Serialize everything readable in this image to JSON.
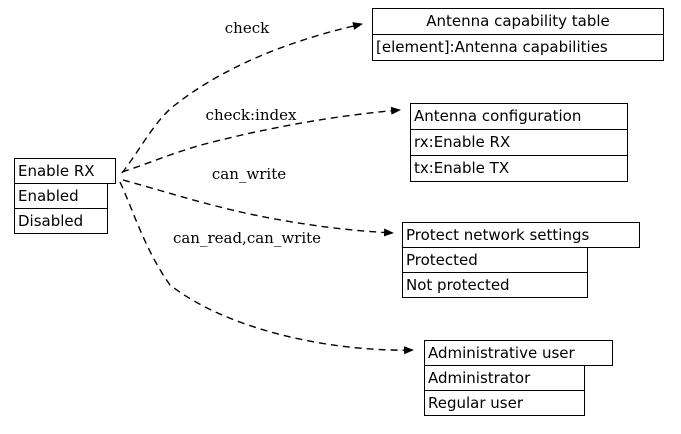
{
  "diagram": {
    "type": "record-relationship-diagram",
    "background": "#ffffff",
    "line_color": "#000000",
    "edge_style": "dashed",
    "source_node": {
      "name": "enable-rx",
      "header": "Enable RX",
      "rows": [
        "Enabled",
        "Disabled"
      ]
    },
    "target_nodes": [
      {
        "name": "antenna-capability-table",
        "header": "Antenna capability table",
        "rows": [
          "[element]:Antenna capabilities"
        ]
      },
      {
        "name": "antenna-configuration",
        "header": "Antenna configuration",
        "rows": [
          "rx:Enable RX",
          "tx:Enable TX"
        ]
      },
      {
        "name": "protect-network-settings",
        "header": "Protect network settings",
        "rows": [
          "Protected",
          "Not protected"
        ]
      },
      {
        "name": "administrative-user",
        "header": "Administrative user",
        "rows": [
          "Administrator",
          "Regular user"
        ]
      }
    ],
    "edges": [
      {
        "name": "edge-check",
        "label": "check",
        "from": "enable-rx",
        "to": "antenna-capability-table"
      },
      {
        "name": "edge-check-index",
        "label": "check:index",
        "from": "enable-rx",
        "to": "antenna-configuration"
      },
      {
        "name": "edge-can-write",
        "label": "can_write",
        "from": "enable-rx",
        "to": "protect-network-settings"
      },
      {
        "name": "edge-can-read-can-write",
        "label": "can_read,can_write",
        "from": "enable-rx",
        "to": "administrative-user"
      }
    ]
  }
}
